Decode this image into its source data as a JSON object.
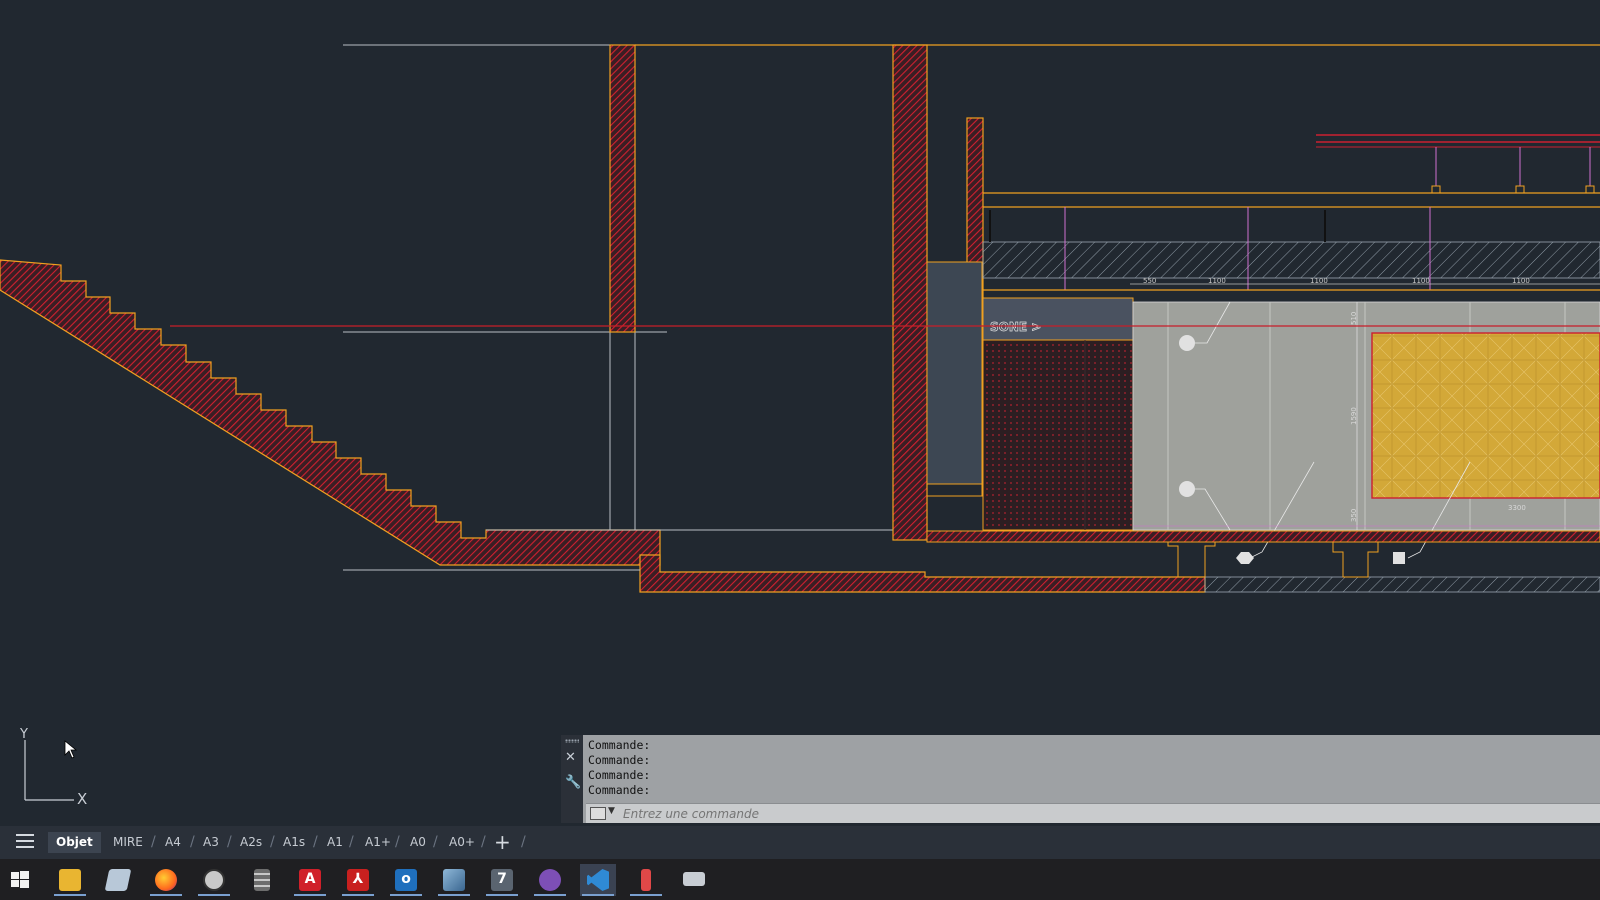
{
  "drawing": {
    "annotation": "SONE >",
    "dims_top": [
      "550",
      "1100",
      "1100",
      "1100",
      "1100"
    ],
    "dims_side": [
      "510",
      "1590",
      "350"
    ],
    "dim_bottom": "3300"
  },
  "ucs": {
    "y_label": "Y",
    "x_label": "X"
  },
  "command_line": {
    "history": [
      "Commande:",
      "Commande:",
      "Commande:",
      "Commande:"
    ],
    "placeholder": "Entrez une commande",
    "close_symbol": "✕",
    "settings_symbol": "🔧"
  },
  "layout_tabs": {
    "items": [
      {
        "label": "Objet",
        "active": true
      },
      {
        "label": "MIRE"
      },
      {
        "label": "A4"
      },
      {
        "label": "A3"
      },
      {
        "label": "A2s"
      },
      {
        "label": "A1s"
      },
      {
        "label": "A1"
      },
      {
        "label": "A1+"
      },
      {
        "label": "A0"
      },
      {
        "label": "A0+"
      }
    ],
    "add_symbol": "+"
  },
  "taskbar": {
    "apps": [
      {
        "name": "windows-start-icon",
        "color": "#2f8fe0"
      },
      {
        "name": "file-explorer-icon",
        "color": "#e9b531"
      },
      {
        "name": "notes-app-icon",
        "color": "#b8c8d8"
      },
      {
        "name": "firefox-icon",
        "color": "#ff7b1e"
      },
      {
        "name": "clock-app-icon",
        "color": "#c9c9c9"
      },
      {
        "name": "calculator-icon",
        "color": "#6d6d6d"
      },
      {
        "name": "autocad-icon",
        "color": "#d0202a",
        "glyph": "A"
      },
      {
        "name": "acrobat-icon",
        "color": "#c8201f",
        "glyph": "⅄"
      },
      {
        "name": "outlook-icon",
        "color": "#1f6fbd",
        "glyph": "o"
      },
      {
        "name": "photo-app-icon",
        "color": "#4a86b8"
      },
      {
        "name": "rhino-icon",
        "color": "#9aa6b3",
        "glyph": "7"
      },
      {
        "name": "github-desktop-icon",
        "color": "#7d4fb6"
      },
      {
        "name": "vscode-icon",
        "color": "#2f8ad5",
        "active": true
      },
      {
        "name": "snipping-tool-icon",
        "color": "#e04848"
      },
      {
        "name": "remote-desktop-icon",
        "color": "#c8cdd4"
      }
    ]
  },
  "colors": {
    "background": "#212830",
    "section_outline": "#f0a020",
    "hatch_red": "#cc2030",
    "panel_gray": "#9fa19c",
    "panel_yellow": "#d8ad3a"
  }
}
